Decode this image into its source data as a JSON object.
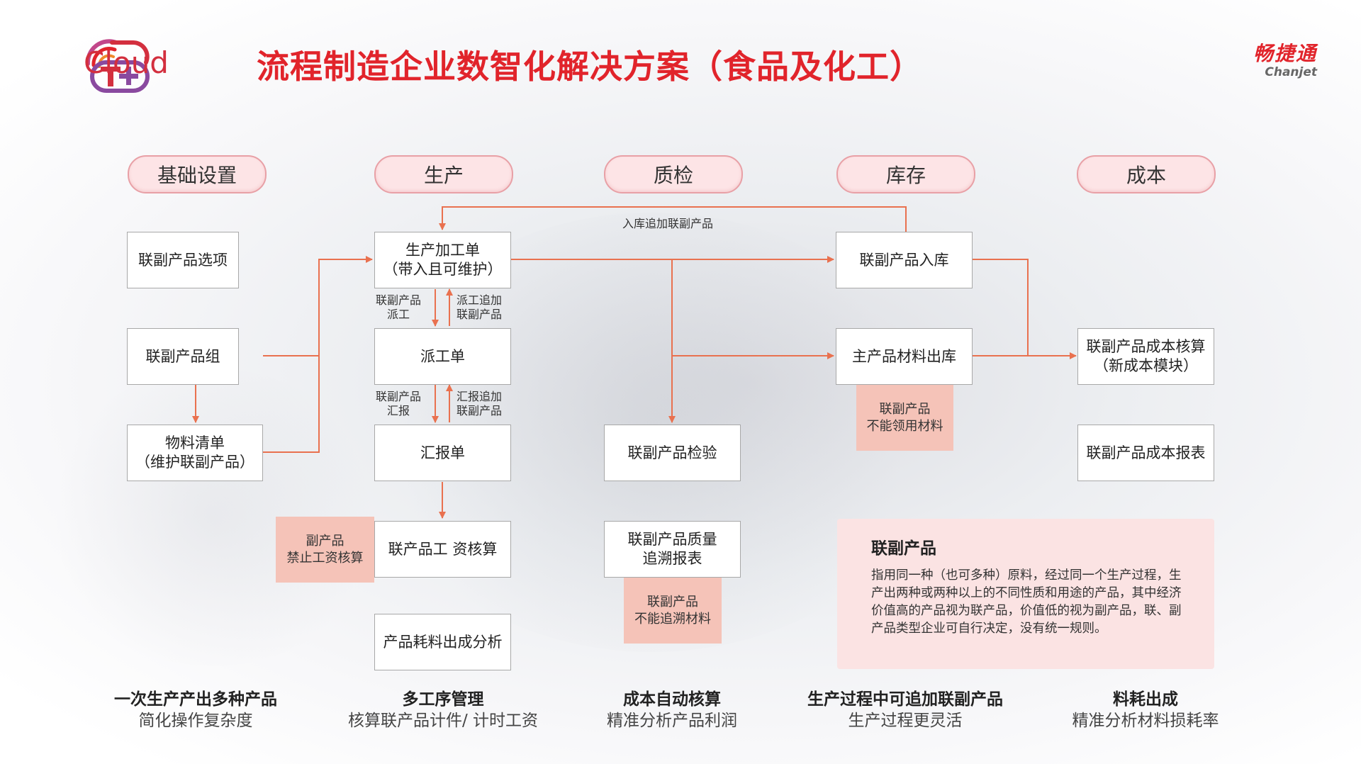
{
  "header": {
    "logo_text": "Cloud",
    "title": "流程制造企业数智化解决方案（食品及化工）",
    "brand_cn": "畅捷通",
    "brand_en": "Chanjet"
  },
  "columns": [
    "基础设置",
    "生产",
    "质检",
    "库存",
    "成本"
  ],
  "boxes": {
    "b1": "联副产品选项",
    "b2": "联副产品组",
    "b3_1": "物料清单",
    "b3_2": "（维护联副产品）",
    "p1_1": "生产加工单",
    "p1_2": "（带入且可维护）",
    "p2": "派工单",
    "p3": "汇报单",
    "p4": "联产品工 资核算",
    "p5": "产品耗料出成分析",
    "q1": "联副产品检验",
    "q2_1": "联副产品质量",
    "q2_2": "追溯报表",
    "s1": "联副产品入库",
    "s2": "主产品材料出库",
    "c1_1": "联副产品成本核算",
    "c1_2": "（新成本模块）",
    "c2": "联副产品成本报表"
  },
  "notes": {
    "n1_1": "联副产品",
    "n1_2": "不能领用材料",
    "n2_1": "副产品",
    "n2_2": "禁止工资核算",
    "n3_1": "联副产品",
    "n3_2": "不能追溯材料"
  },
  "edge_labels": {
    "top": "入库追加联副产品",
    "e1_1": "联副产品",
    "e1_2": "派工",
    "e2_1": "派工追加",
    "e2_2": "联副产品",
    "e3_1": "联副产品",
    "e3_2": "汇报",
    "e4_1": "汇报追加",
    "e4_2": "联副产品"
  },
  "definition": {
    "title": "联副产品",
    "text": "指用同一种（也可多种）原料，经过同一个生产过程，生产出两种或两种以上的不同性质和用途的产品，其中经济价值高的产品视为联产品，价值低的视为副产品，联、副产品类型企业可自行决定，没有统一规则。"
  },
  "features": [
    {
      "title": "一次生产产出多种产品",
      "sub": "简化操作复杂度"
    },
    {
      "title": "多工序管理",
      "sub": "核算联产品计件/ 计时工资"
    },
    {
      "title": "成本自动核算",
      "sub": "精准分析产品利润"
    },
    {
      "title": "生产过程中可追加联副产品",
      "sub": "生产过程更灵活"
    },
    {
      "title": "料耗出成",
      "sub": "精准分析材料损耗率"
    }
  ],
  "colors": {
    "accent": "#e1242b",
    "arrow": "#e9714f",
    "pill_bg": "#fde4e6",
    "note_bg": "#f5c3b8",
    "def_bg": "#fbe3e3"
  }
}
